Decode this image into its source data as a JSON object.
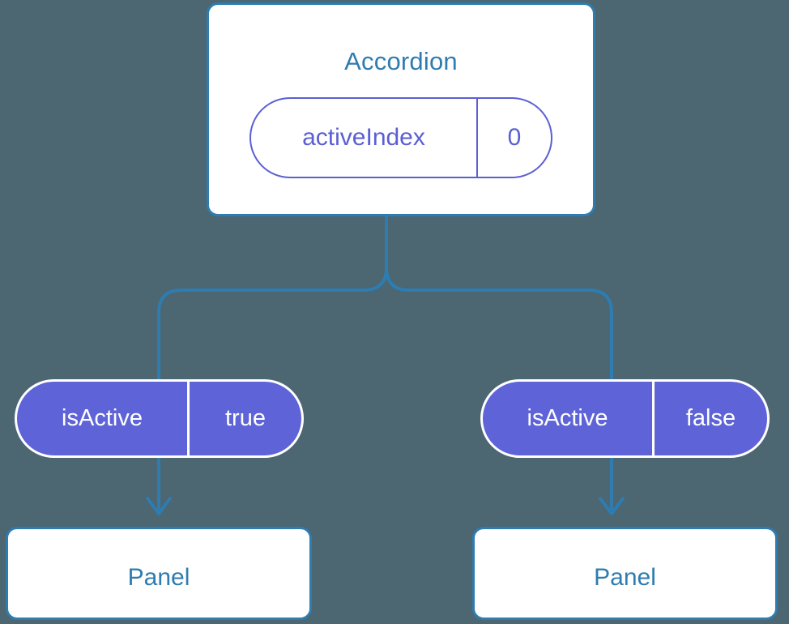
{
  "diagram": {
    "type": "component-state-tree",
    "background_color": "#4c6672",
    "accent_blue": "#2e7cb0",
    "accent_purple": "#5b5fd4",
    "pill_fill": "#5f63d8"
  },
  "root": {
    "title": "Accordion",
    "state": {
      "key": "activeIndex",
      "value": "0"
    }
  },
  "branches": [
    {
      "state": {
        "key": "isActive",
        "value": "true"
      },
      "child": {
        "title": "Panel"
      }
    },
    {
      "state": {
        "key": "isActive",
        "value": "false"
      },
      "child": {
        "title": "Panel"
      }
    }
  ]
}
